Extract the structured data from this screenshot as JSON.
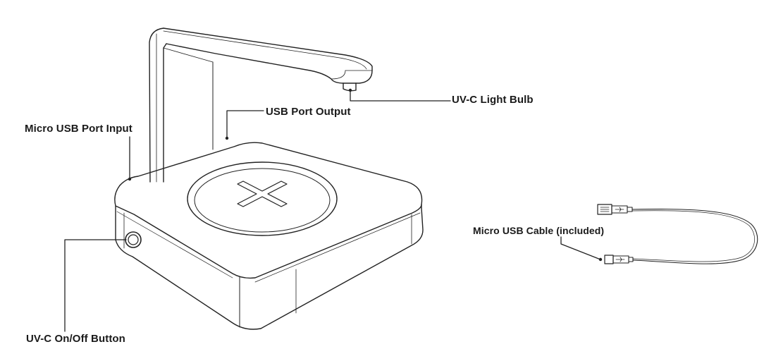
{
  "labels": {
    "uv_light_bulb": "UV-C Light Bulb",
    "usb_port_output": "USB Port Output",
    "micro_usb_port_input": "Micro USB Port Input",
    "micro_usb_cable": "Micro USB Cable (included)",
    "on_off_button": "UV-C On/Off Button"
  },
  "colors": {
    "line": "#222222",
    "background": "#ffffff"
  }
}
